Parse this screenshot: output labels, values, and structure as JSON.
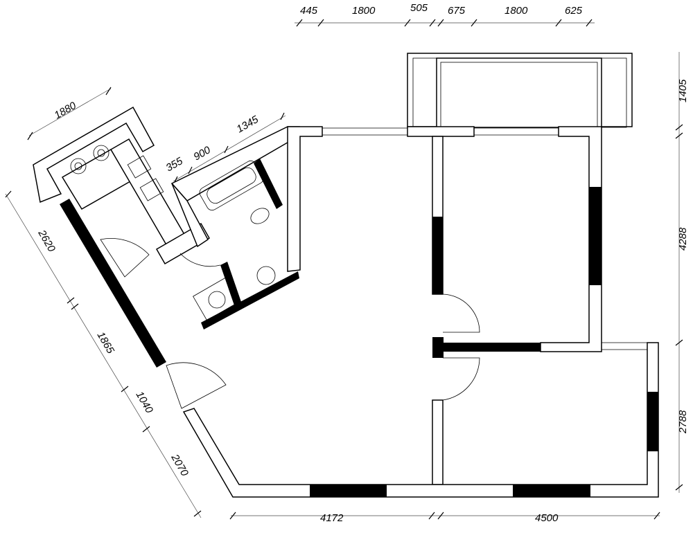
{
  "dimensions": {
    "top": [
      "445",
      "1800",
      "505",
      "675",
      "1800",
      "625"
    ],
    "right": [
      "1405",
      "4288",
      "2788"
    ],
    "bottom": [
      "4172",
      "4500"
    ],
    "left": [
      "2620",
      "1865",
      "1040",
      "2070"
    ],
    "kitchen": [
      "1880"
    ],
    "bathroom": [
      "355",
      "900",
      "1345"
    ]
  },
  "colors": {
    "wall": "#000000",
    "background": "#ffffff"
  }
}
